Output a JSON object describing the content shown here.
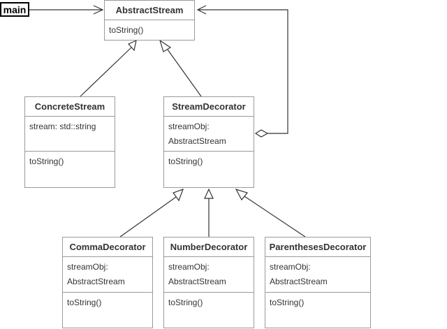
{
  "actor": {
    "label": "main"
  },
  "classes": {
    "abstract_stream": {
      "name": "AbstractStream",
      "attributes": [],
      "methods": [
        "toString()"
      ]
    },
    "concrete_stream": {
      "name": "ConcreteStream",
      "attributes": [
        "stream: std::string"
      ],
      "methods": [
        "toString()"
      ]
    },
    "stream_decorator": {
      "name": "StreamDecorator",
      "attributes": [
        "streamObj:",
        "AbstractStream"
      ],
      "methods": [
        "toString()"
      ]
    },
    "comma_decorator": {
      "name": "CommaDecorator",
      "attributes": [
        "streamObj:",
        "AbstractStream"
      ],
      "methods": [
        "toString()"
      ]
    },
    "number_decorator": {
      "name": "NumberDecorator",
      "attributes": [
        "streamObj:",
        "AbstractStream"
      ],
      "methods": [
        "toString()"
      ]
    },
    "parentheses_decorator": {
      "name": "ParenthesesDecorator",
      "attributes": [
        "streamObj:",
        "AbstractStream"
      ],
      "methods": [
        "toString()"
      ]
    }
  }
}
